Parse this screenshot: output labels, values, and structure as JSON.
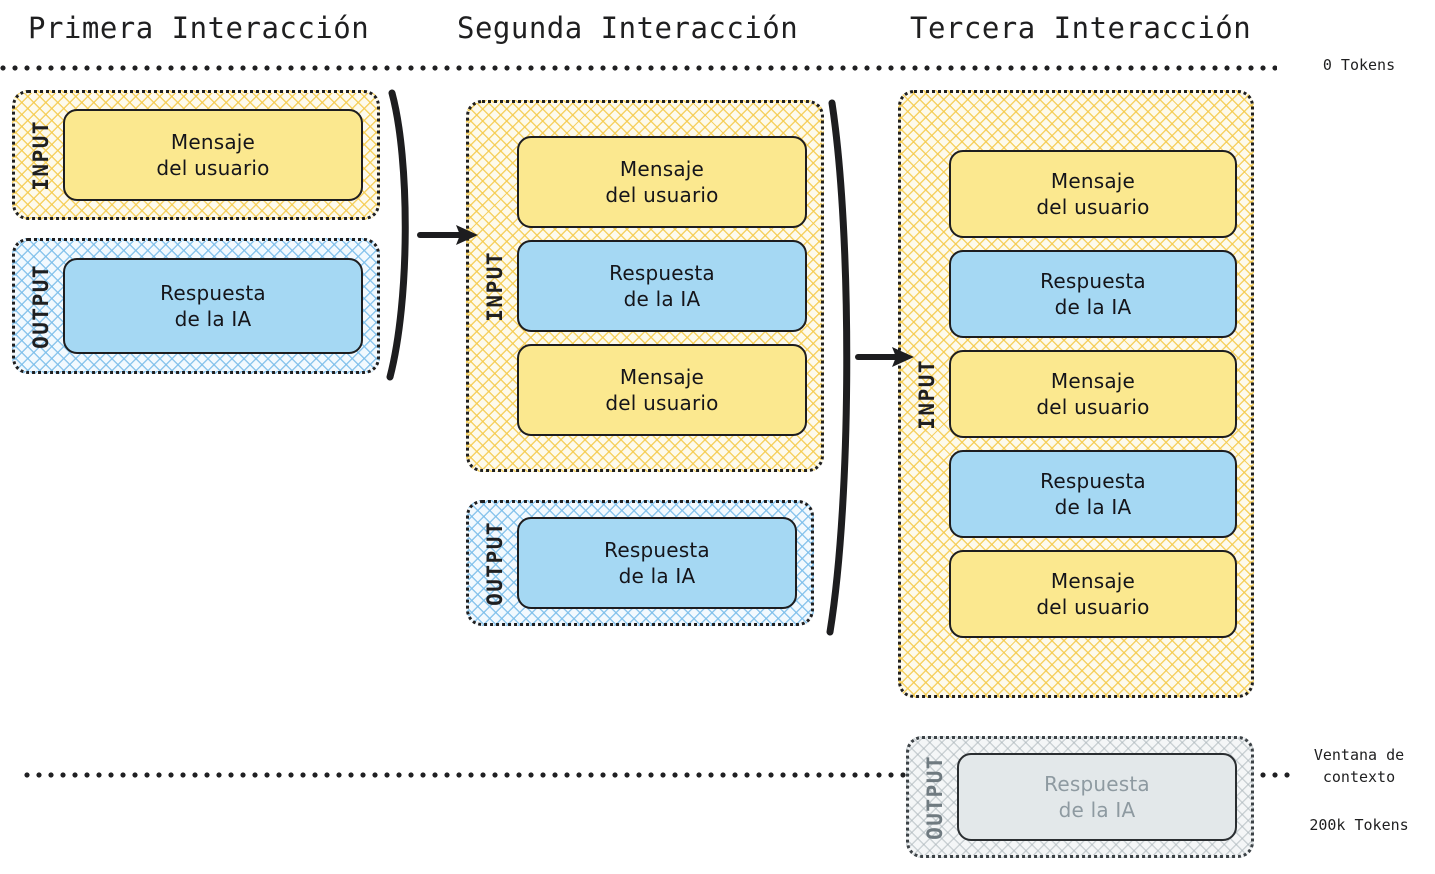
{
  "diagram": {
    "titles": [
      "Primera Interacción",
      "Segunda Interacción",
      "Tercera Interacción"
    ],
    "labels": {
      "input": "INPUT",
      "output": "OUTPUT",
      "user_message": "Mensaje\ndel usuario",
      "ai_response": "Respuesta\nde la IA"
    },
    "annotations": {
      "top_limit": "0 Tokens",
      "context_window": "Ventana de\ncontexto",
      "bottom_limit": "200k Tokens"
    },
    "colors": {
      "user_fill": "#fbe88f",
      "ai_fill": "#a5d8f3",
      "muted_fill": "#e3e8ea",
      "input_hatch": "#f4cb4e",
      "output_hatch": "#7cbeea",
      "muted_hatch": "#aab4ba",
      "stroke": "#1f1f20"
    },
    "columns": [
      {
        "title": "Primera Interacción",
        "input_items": [
          "user"
        ],
        "output_items": [
          "ai"
        ],
        "output_muted": false
      },
      {
        "title": "Segunda Interacción",
        "input_items": [
          "user",
          "ai",
          "user"
        ],
        "output_items": [
          "ai"
        ],
        "output_muted": false
      },
      {
        "title": "Tercera Interacción",
        "input_items": [
          "user",
          "ai",
          "user",
          "ai",
          "user"
        ],
        "output_items": [
          "ai"
        ],
        "output_muted": true
      }
    ]
  }
}
